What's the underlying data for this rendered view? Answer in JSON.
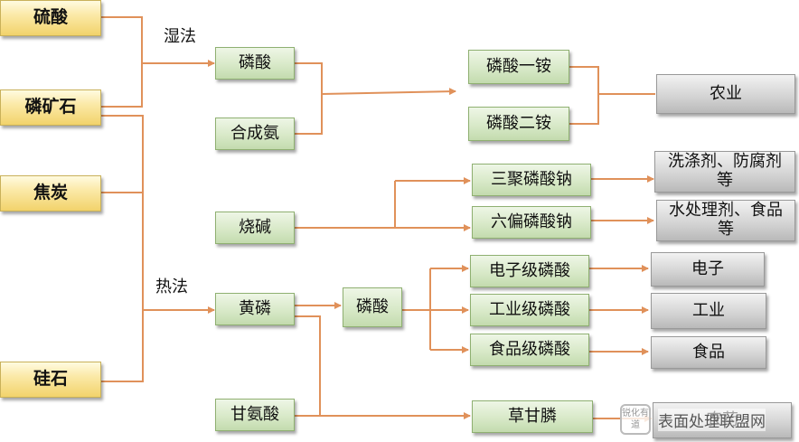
{
  "diagram": {
    "raw_materials": [
      "硫酸",
      "磷矿石",
      "焦炭",
      "硅石"
    ],
    "process_labels": {
      "wet": "湿法",
      "thermal": "热法"
    },
    "intermediates": {
      "phosphoric_acid_wet": "磷酸",
      "synthetic_ammonia": "合成氨",
      "caustic_soda": "烧碱",
      "yellow_phosphorus": "黄磷",
      "glycine": "甘氨酸",
      "phosphoric_acid_thermal": "磷酸"
    },
    "products": {
      "map": "磷酸一铵",
      "dap": "磷酸二铵",
      "stpp": "三聚磷酸钠",
      "shmp": "六偏磷酸钠",
      "electronic_pa": "电子级磷酸",
      "industrial_pa": "工业级磷酸",
      "food_pa": "食品级磷酸",
      "glyphosate": "草甘膦"
    },
    "applications": {
      "agriculture": "农业",
      "detergent": "洗涤剂、防腐剂等",
      "water_treatment": "水处理剂、食品等",
      "electronics": "电子",
      "industry": "工业",
      "food": "食品",
      "pesticide": "农药"
    }
  },
  "watermark": {
    "logo_text": "锐化有道",
    "text": "表面处理联盟网"
  }
}
